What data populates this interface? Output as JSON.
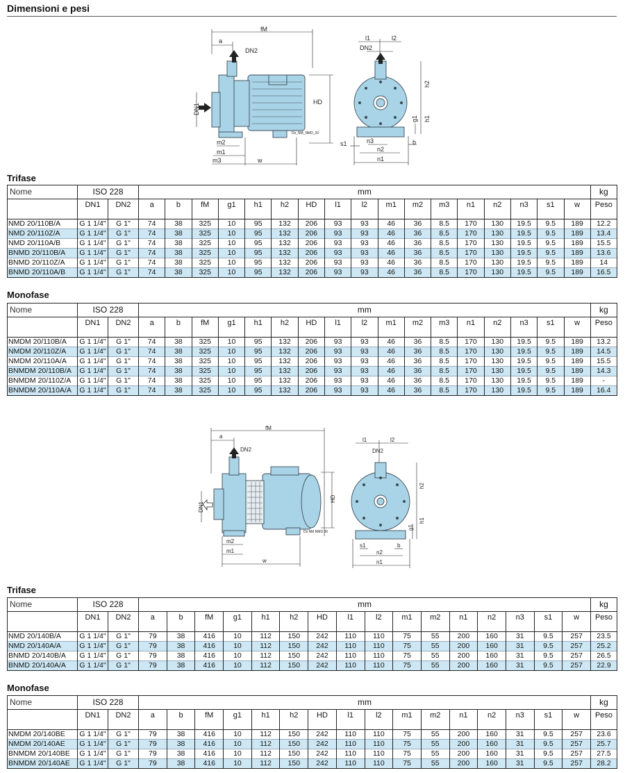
{
  "page": {
    "title": "Dimensioni e pesi"
  },
  "colors": {
    "pump_body": "#a9d3e6",
    "pump_stroke": "#3a4a55",
    "row_alt": "#cde8f4"
  },
  "diagrams": {
    "top": {
      "side": {
        "fM": "fM",
        "a": "a",
        "DN2": "DN2",
        "DN1": "DN1",
        "HD": "HD",
        "m2": "m2",
        "m1": "m1",
        "m3": "m3",
        "w": "w",
        "code": "Ds_NM_NMD_20"
      },
      "front": {
        "l1": "l1",
        "l2": "l2",
        "DN2": "DN2",
        "h2": "h2",
        "g1": "g1",
        "h1": "h1",
        "s1": "s1",
        "n3": "n3",
        "n2": "n2",
        "b": "b",
        "n1": "n1"
      }
    },
    "bottom": {
      "side": {
        "fM": "fM",
        "a": "a",
        "DN2": "DN2",
        "DN1": "DN1",
        "HD": "HD",
        "m2": "m2",
        "m1": "m1",
        "w": "w",
        "code": "Ds NM NMD 36"
      },
      "front": {
        "l1": "l1",
        "l2": "l2",
        "DN2": "DN2",
        "h2": "h2",
        "g1": "g1",
        "h1": "h1",
        "s1": "s1",
        "b": "b",
        "n2": "n2",
        "n1": "n1"
      }
    }
  },
  "tables": [
    {
      "label": "Trifase",
      "name_header": "Nome",
      "iso_header": "ISO 228",
      "mm_header": "mm",
      "kg_header": "kg",
      "columns": [
        "DN1",
        "DN2",
        "a",
        "b",
        "fM",
        "g1",
        "h1",
        "h2",
        "HD",
        "l1",
        "l2",
        "m1",
        "m2",
        "m3",
        "n1",
        "n2",
        "n3",
        "s1",
        "w",
        "Peso"
      ],
      "rows": [
        [
          "NMD 20/110B/A",
          "G 1 1/4\"",
          "G 1\"",
          "74",
          "38",
          "325",
          "10",
          "95",
          "132",
          "206",
          "93",
          "93",
          "46",
          "36",
          "8.5",
          "170",
          "130",
          "19.5",
          "9.5",
          "189",
          "12.2"
        ],
        [
          "NMD 20/110Z/A",
          "G 1 1/4\"",
          "G 1\"",
          "74",
          "38",
          "325",
          "10",
          "95",
          "132",
          "206",
          "93",
          "93",
          "46",
          "36",
          "8.5",
          "170",
          "130",
          "19.5",
          "9.5",
          "189",
          "13.4"
        ],
        [
          "NMD 20/110A/B",
          "G 1 1/4\"",
          "G 1\"",
          "74",
          "38",
          "325",
          "10",
          "95",
          "132",
          "206",
          "93",
          "93",
          "46",
          "36",
          "8.5",
          "170",
          "130",
          "19.5",
          "9.5",
          "189",
          "15.5"
        ],
        [
          "BNMD 20/110B/A",
          "G 1 1/4\"",
          "G 1\"",
          "74",
          "38",
          "325",
          "10",
          "95",
          "132",
          "206",
          "93",
          "93",
          "46",
          "36",
          "8.5",
          "170",
          "130",
          "19.5",
          "9.5",
          "189",
          "13.6"
        ],
        [
          "BNMD 20/110Z/A",
          "G 1 1/4\"",
          "G 1\"",
          "74",
          "38",
          "325",
          "10",
          "95",
          "132",
          "206",
          "93",
          "93",
          "46",
          "36",
          "8.5",
          "170",
          "130",
          "19.5",
          "9.5",
          "189",
          "14"
        ],
        [
          "BNMD 20/110A/B",
          "G 1 1/4\"",
          "G 1\"",
          "74",
          "38",
          "325",
          "10",
          "95",
          "132",
          "206",
          "93",
          "93",
          "46",
          "36",
          "8.5",
          "170",
          "130",
          "19.5",
          "9.5",
          "189",
          "16.5"
        ]
      ]
    },
    {
      "label": "Monofase",
      "name_header": "Nome",
      "iso_header": "ISO 228",
      "mm_header": "mm",
      "kg_header": "kg",
      "columns": [
        "DN1",
        "DN2",
        "a",
        "b",
        "fM",
        "g1",
        "h1",
        "h2",
        "HD",
        "l1",
        "l2",
        "m1",
        "m2",
        "m3",
        "n1",
        "n2",
        "n3",
        "s1",
        "w",
        "Peso"
      ],
      "rows": [
        [
          "NMDM 20/110B/A",
          "G 1 1/4\"",
          "G 1\"",
          "74",
          "38",
          "325",
          "10",
          "95",
          "132",
          "206",
          "93",
          "93",
          "46",
          "36",
          "8.5",
          "170",
          "130",
          "19.5",
          "9.5",
          "189",
          "13.2"
        ],
        [
          "NMDM 20/110Z/A",
          "G 1 1/4\"",
          "G 1\"",
          "74",
          "38",
          "325",
          "10",
          "95",
          "132",
          "206",
          "93",
          "93",
          "46",
          "36",
          "8.5",
          "170",
          "130",
          "19.5",
          "9.5",
          "189",
          "14.5"
        ],
        [
          "NMDM 20/110A/A",
          "G 1 1/4\"",
          "G 1\"",
          "74",
          "38",
          "325",
          "10",
          "95",
          "132",
          "206",
          "93",
          "93",
          "46",
          "36",
          "8.5",
          "170",
          "130",
          "19.5",
          "9.5",
          "189",
          "15.5"
        ],
        [
          "BNMDM 20/110B/A",
          "G 1 1/4\"",
          "G 1\"",
          "74",
          "38",
          "325",
          "10",
          "95",
          "132",
          "206",
          "93",
          "93",
          "46",
          "36",
          "8.5",
          "170",
          "130",
          "19.5",
          "9.5",
          "189",
          "14.3"
        ],
        [
          "BNMDM 20/110Z/A",
          "G 1 1/4\"",
          "G 1\"",
          "74",
          "38",
          "325",
          "10",
          "95",
          "132",
          "206",
          "93",
          "93",
          "46",
          "36",
          "8.5",
          "170",
          "130",
          "19.5",
          "9.5",
          "189",
          "-"
        ],
        [
          "BNMDM 20/110A/A",
          "G 1 1/4\"",
          "G 1\"",
          "74",
          "38",
          "325",
          "10",
          "95",
          "132",
          "206",
          "93",
          "93",
          "46",
          "36",
          "8.5",
          "170",
          "130",
          "19.5",
          "9.5",
          "189",
          "16.4"
        ]
      ]
    },
    {
      "label": "Trifase",
      "name_header": "Nome",
      "iso_header": "ISO 228",
      "mm_header": "mm",
      "kg_header": "kg",
      "columns": [
        "DN1",
        "DN2",
        "a",
        "b",
        "fM",
        "g1",
        "h1",
        "h2",
        "HD",
        "l1",
        "l2",
        "m1",
        "m2",
        "n1",
        "n2",
        "n3",
        "s1",
        "w",
        "Peso"
      ],
      "rows": [
        [
          "NMD 20/140B/A",
          "G 1 1/4\"",
          "G 1\"",
          "79",
          "38",
          "416",
          "10",
          "112",
          "150",
          "242",
          "110",
          "110",
          "75",
          "55",
          "200",
          "160",
          "31",
          "9.5",
          "257",
          "23.5"
        ],
        [
          "NMD 20/140A/A",
          "G 1 1/4\"",
          "G 1\"",
          "79",
          "38",
          "416",
          "10",
          "112",
          "150",
          "242",
          "110",
          "110",
          "75",
          "55",
          "200",
          "160",
          "31",
          "9.5",
          "257",
          "25.2"
        ],
        [
          "BNMD 20/140B/A",
          "G 1 1/4\"",
          "G 1\"",
          "79",
          "38",
          "416",
          "10",
          "112",
          "150",
          "242",
          "110",
          "110",
          "75",
          "55",
          "200",
          "160",
          "31",
          "9.5",
          "257",
          "26.5"
        ],
        [
          "BNMD 20/140A/A",
          "G 1 1/4\"",
          "G 1\"",
          "79",
          "38",
          "416",
          "10",
          "112",
          "150",
          "242",
          "110",
          "110",
          "75",
          "55",
          "200",
          "160",
          "31",
          "9.5",
          "257",
          "22.9"
        ]
      ]
    },
    {
      "label": "Monofase",
      "name_header": "Nome",
      "iso_header": "ISO 228",
      "mm_header": "mm",
      "kg_header": "kg",
      "columns": [
        "DN1",
        "DN2",
        "a",
        "b",
        "fM",
        "g1",
        "h1",
        "h2",
        "HD",
        "l1",
        "l2",
        "m1",
        "m2",
        "n1",
        "n2",
        "n3",
        "s1",
        "w",
        "Peso"
      ],
      "rows": [
        [
          "NMDM 20/140BE",
          "G 1 1/4\"",
          "G 1\"",
          "79",
          "38",
          "416",
          "10",
          "112",
          "150",
          "242",
          "110",
          "110",
          "75",
          "55",
          "200",
          "160",
          "31",
          "9.5",
          "257",
          "23.6"
        ],
        [
          "NMDM 20/140AE",
          "G 1 1/4\"",
          "G 1\"",
          "79",
          "38",
          "416",
          "10",
          "112",
          "150",
          "242",
          "110",
          "110",
          "75",
          "55",
          "200",
          "160",
          "31",
          "9.5",
          "257",
          "25.7"
        ],
        [
          "BNMDM 20/140BE",
          "G 1 1/4\"",
          "G 1\"",
          "79",
          "38",
          "416",
          "10",
          "112",
          "150",
          "242",
          "110",
          "110",
          "75",
          "55",
          "200",
          "160",
          "31",
          "9.5",
          "257",
          "27.5"
        ],
        [
          "BNMDM 20/140AE",
          "G 1 1/4\"",
          "G 1\"",
          "79",
          "38",
          "416",
          "10",
          "112",
          "150",
          "242",
          "110",
          "110",
          "75",
          "55",
          "200",
          "160",
          "31",
          "9.5",
          "257",
          "28.2"
        ]
      ]
    }
  ]
}
